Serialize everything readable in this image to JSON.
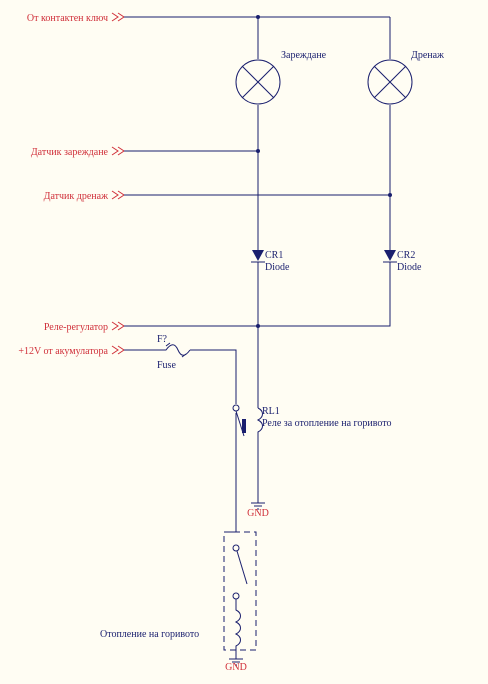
{
  "colors": {
    "background": "#fffdf3",
    "wire": "#1a1f6e",
    "port": "#d0303a"
  },
  "ports": {
    "ignition": "От контактен ключ",
    "charge_sensor": "Датчик зареждане",
    "drain_sensor": "Датчик дренаж",
    "regulator": "Реле-регулатор",
    "battery": "+12V от акумулатора"
  },
  "lamps": {
    "charge": "Зареждане",
    "drain": "Дренаж"
  },
  "diodes": {
    "cr1_ref": "CR1",
    "cr1_type": "Diode",
    "cr2_ref": "CR2",
    "cr2_type": "Diode"
  },
  "fuse": {
    "ref": "F?",
    "type": "Fuse"
  },
  "relay": {
    "ref": "RL1",
    "desc": "Реле за отопление на горивото"
  },
  "ground": {
    "label1": "GND",
    "label2": "GND"
  },
  "heater": {
    "label": "Отопление на горивото"
  }
}
